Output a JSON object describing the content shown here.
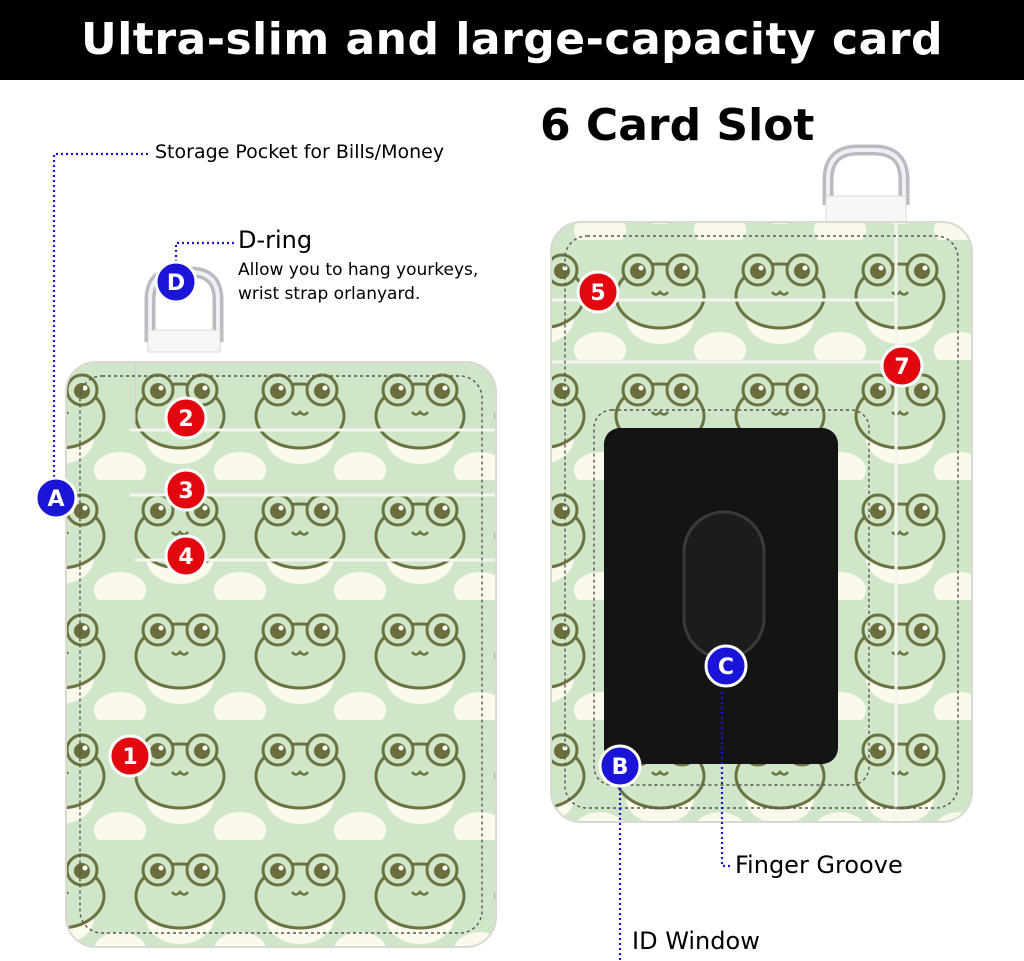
{
  "title": "Ultra-slim and large-capacity card holder",
  "heading": "6 Card Slot",
  "colors": {
    "banner_bg": "#000000",
    "wallet_green": "#cfe6c9",
    "frog_outline": "#6b7440",
    "frog_eye": "#6b6e3a",
    "marker_red": "#e3060e",
    "marker_blue": "#1a14d8",
    "leader_line": "#1a14d8",
    "id_card": "#141414"
  },
  "callouts": {
    "storage_pocket": "Storage Pocket for Bills/Money",
    "d_ring_title": "D-ring",
    "d_ring_desc_1": "Allow you to hang yourkeys,",
    "d_ring_desc_2": "wrist strap orlanyard.",
    "finger_groove": "Finger Groove",
    "id_window": "ID Window"
  },
  "markers": {
    "slot_1": "1",
    "slot_2": "2",
    "slot_3": "3",
    "slot_4": "4",
    "slot_5": "5",
    "slot_7": "7",
    "A": "A",
    "B": "B",
    "C": "C",
    "D": "D"
  }
}
